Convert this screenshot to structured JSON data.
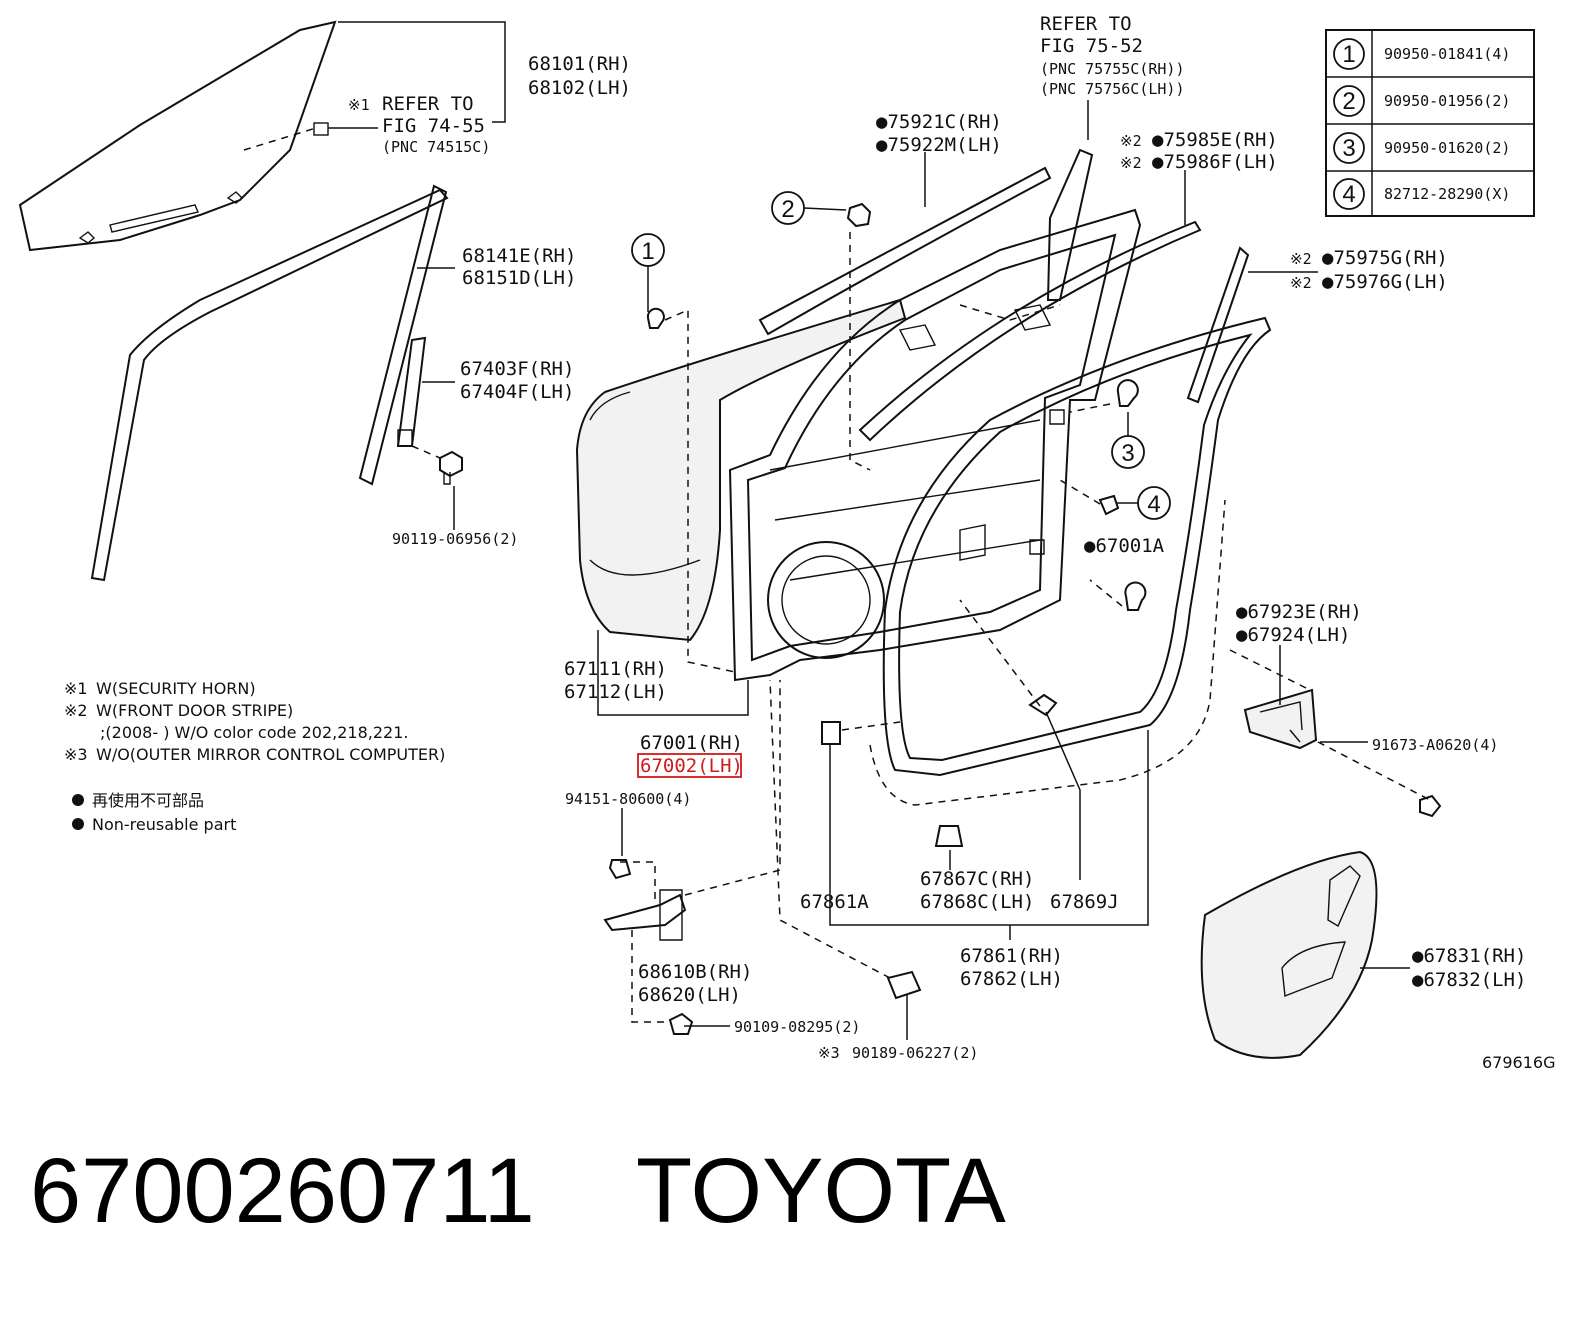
{
  "figure_code": "679616G",
  "caption": {
    "part_number": "6700260711",
    "brand": "TOYOTA"
  },
  "highlight_color": "#d11a1a",
  "table": [
    {
      "num": "1",
      "part": "90950-01841(4)"
    },
    {
      "num": "2",
      "part": "90950-01956(2)"
    },
    {
      "num": "3",
      "part": "90950-01620(2)"
    },
    {
      "num": "4",
      "part": "82712-28290(X)"
    }
  ],
  "labels": {
    "glass_rh": "68101(RH)",
    "glass_lh": "68102(LH)",
    "ref1_mark": "※1",
    "ref1_a": "REFER TO",
    "ref1_b": "FIG 74-55",
    "ref1_c": "(PNC 74515C)",
    "run_rh": "68141E(RH)",
    "run_lh": "68151D(LH)",
    "sash_rh": "67403F(RH)",
    "sash_lh": "67404F(LH)",
    "bolt1": "90119-06956(2)",
    "ref2_a": "REFER TO",
    "ref2_b": "FIG 75-52",
    "ref2_c": "(PNC 75755C(RH))",
    "ref2_d": "(PNC 75756C(LH))",
    "tape1_rh": "●75921C(RH)",
    "tape1_lh": "●75922M(LH)",
    "tape2_mark": "※2",
    "tape2_rh": "●75985E(RH)",
    "tape2_lh": "●75986F(LH)",
    "tape3_rh": "●75975G(RH)",
    "tape3_lh": "●75976G(LH)",
    "panel_a": "●67001A",
    "bracket_rh": "●67923E(RH)",
    "bracket_lh": "●67924(LH)",
    "screw1": "91673-A0620(4)",
    "outer_rh": "67111(RH)",
    "outer_lh": "67112(LH)",
    "door_rh": "67001(RH)",
    "door_lh": "67002(LH)",
    "nut1": "94151-80600(4)",
    "check_rh": "68610B(RH)",
    "check_lh": "68620(LH)",
    "bolt2": "90109-08295(2)",
    "bolt3_mark": "※3",
    "bolt3": "90189-06227(2)",
    "seal_a": "67861A",
    "clip_rh": "67867C(RH)",
    "clip_lh": "67868C(LH)",
    "clip_j": "67869J",
    "seal_rh": "67861(RH)",
    "seal_lh": "67862(LH)",
    "cover_rh": "●67831(RH)",
    "cover_lh": "●67832(LH)"
  },
  "callouts": [
    "1",
    "2",
    "3",
    "4"
  ],
  "notes": [
    {
      "mark": "※1",
      "text": "W(SECURITY HORN)"
    },
    {
      "mark": "※2",
      "text": "W(FRONT DOOR STRIPE)"
    },
    {
      "mark": "",
      "text": ";(2008-      )  W/O color code 202,218,221."
    },
    {
      "mark": "※3",
      "text": "W/O(OUTER MIRROR CONTROL COMPUTER)"
    }
  ],
  "legend": [
    {
      "text": "再使用不可部品"
    },
    {
      "text": "Non-reusable part"
    }
  ]
}
